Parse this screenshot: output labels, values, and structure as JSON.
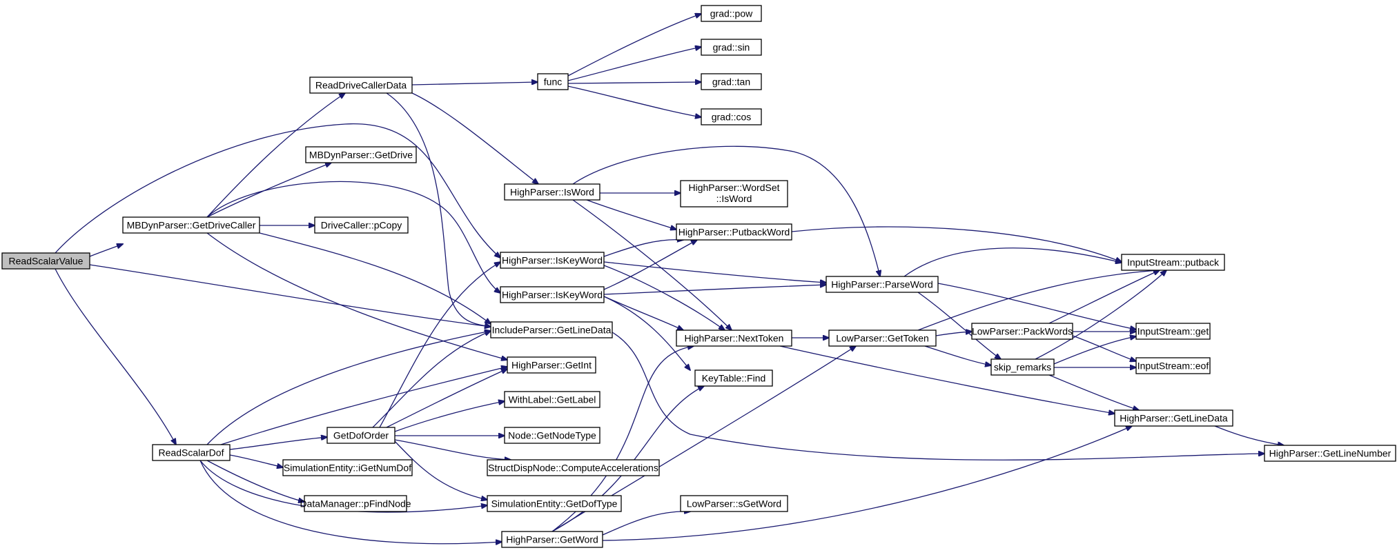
{
  "title": "",
  "colors": {
    "edge": "#191970",
    "root_fill": "#bfbfbf",
    "node_fill": "#ffffff",
    "border": "#000000"
  },
  "nodes": [
    {
      "id": "n_root",
      "label": "ReadScalarValue",
      "root": true
    },
    {
      "id": "n_mbdgdc",
      "label": "MBDynParser::GetDriveCaller"
    },
    {
      "id": "n_rsd",
      "label": "ReadScalarDof"
    },
    {
      "id": "n_rdcd",
      "label": "ReadDriveCallerData"
    },
    {
      "id": "n_mbdgd",
      "label": "MBDynParser::GetDrive"
    },
    {
      "id": "n_dcpc",
      "label": "DriveCaller::pCopy"
    },
    {
      "id": "n_ipgld",
      "label": "IncludeParser::GetLineData"
    },
    {
      "id": "n_hpgi",
      "label": "HighParser::GetInt"
    },
    {
      "id": "n_gdo",
      "label": "GetDofOrder"
    },
    {
      "id": "n_segnd",
      "label": "SimulationEntity::iGetNumDof"
    },
    {
      "id": "n_dmpf",
      "label": "DataManager::pFindNode"
    },
    {
      "id": "n_func",
      "label": "func"
    },
    {
      "id": "n_hpiw",
      "label": "HighParser::IsWord"
    },
    {
      "id": "n_hpikw1",
      "label": "HighParser::IsKeyWord"
    },
    {
      "id": "n_hpikw2",
      "label": "HighParser::IsKeyWord"
    },
    {
      "id": "n_wlgl",
      "label": "WithLabel::GetLabel"
    },
    {
      "id": "n_ngnt",
      "label": "Node::GetNodeType"
    },
    {
      "id": "n_sdnca",
      "label": "StructDispNode::ComputeAccelerations"
    },
    {
      "id": "n_segdt",
      "label": "SimulationEntity::GetDofType"
    },
    {
      "id": "n_hpgw",
      "label": "HighParser::GetWord"
    },
    {
      "id": "n_gpow",
      "label": "grad::pow"
    },
    {
      "id": "n_gsin",
      "label": "grad::sin"
    },
    {
      "id": "n_gtan",
      "label": "grad::tan"
    },
    {
      "id": "n_gcos",
      "label": "grad::cos"
    },
    {
      "id": "n_hpwsiw",
      "label": "HighParser::WordSet",
      "label2": "::IsWord"
    },
    {
      "id": "n_hppw",
      "label": "HighParser::PutbackWord"
    },
    {
      "id": "n_hpnt",
      "label": "HighParser::NextToken"
    },
    {
      "id": "n_ktf",
      "label": "KeyTable::Find"
    },
    {
      "id": "n_lpsgw",
      "label": "LowParser::sGetWord"
    },
    {
      "id": "n_hpparse",
      "label": "HighParser::ParseWord"
    },
    {
      "id": "n_lpgt",
      "label": "LowParser::GetToken"
    },
    {
      "id": "n_lppw",
      "label": "LowParser::PackWords"
    },
    {
      "id": "n_skip",
      "label": "skip_remarks"
    },
    {
      "id": "n_hpgld",
      "label": "HighParser::GetLineData"
    },
    {
      "id": "n_isput",
      "label": "InputStream::putback"
    },
    {
      "id": "n_isget",
      "label": "InputStream::get"
    },
    {
      "id": "n_iseof",
      "label": "InputStream::eof"
    },
    {
      "id": "n_hpgln",
      "label": "HighParser::GetLineNumber"
    }
  ]
}
